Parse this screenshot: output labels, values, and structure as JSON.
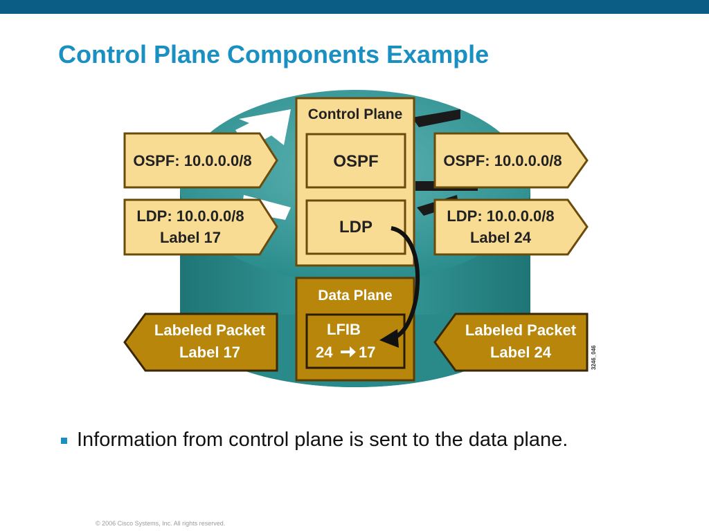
{
  "slide": {
    "title": "Control Plane Components Example",
    "bullet": "Information from control plane is sent to the data plane.",
    "footer": "© 2006 Cisco Systems, Inc. All rights reserved."
  },
  "diagram": {
    "control_plane": {
      "label": "Control Plane",
      "ospf_label": "OSPF",
      "ldp_label": "LDP"
    },
    "data_plane": {
      "label": "Data Plane",
      "lfib_title": "LFIB",
      "lfib_in": "24",
      "lfib_out": "17"
    },
    "left": {
      "ospf_advert": "OSPF: 10.0.0.0/8",
      "ldp_line1": "LDP: 10.0.0.0/8",
      "ldp_line2": "Label 17",
      "packet_line1": "Labeled Packet",
      "packet_line2": "Label 17"
    },
    "right": {
      "ospf_advert": "OSPF: 10.0.0.0/8",
      "ldp_line1": "LDP: 10.0.0.0/8",
      "ldp_line2": "Label 24",
      "packet_line1": "Labeled Packet",
      "packet_line2": "Label 24"
    },
    "figure_code": "3246_046"
  },
  "colors": {
    "accent": "#1a8fc1",
    "top_bar": "#0b5d85",
    "router_teal": "#2f9a9a",
    "cream_box": "#f8dc94",
    "gold_packet": "#b8860b",
    "dark_outline": "#6b4a0a"
  }
}
